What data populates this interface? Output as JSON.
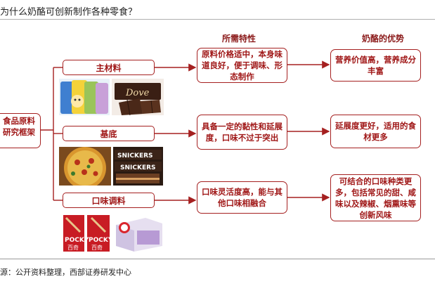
{
  "title": "为什么奶酪可创新制作各种零食？",
  "headers": {
    "properties": "所需特性",
    "advantages": "奶酪的优势"
  },
  "root": {
    "line1": "食品原料",
    "line2": "研究框架"
  },
  "rows": [
    {
      "label": "主材料",
      "property": "原料价格适中，本身味道良好，便于调味、形态制作",
      "advantage": "营养价值高，营养成分丰富",
      "images": [
        "kids-cheese-snack-packs",
        "dove-chocolate-bar"
      ]
    },
    {
      "label": "基底",
      "property": "具备一定的黏性和延展度，口味不过于突出",
      "advantage": "延展度更好，适用的食材更多",
      "images": [
        "pizza",
        "snickers-bars"
      ]
    },
    {
      "label": "口味调料",
      "property": "口味灵活度高，能与其他口味相融合",
      "advantage": "可结合的口味种类更多，包括常见的甜、咸味以及辣椒、烟熏味等创新风味",
      "images": [
        "pocky-boxes",
        "laughing-cow-cheese-box"
      ]
    }
  ],
  "images_text": {
    "pocky": "POCKY",
    "pocky_cn": "百奇",
    "dove": "Dove",
    "snickers": "SNICKERS"
  },
  "source": "源：公开资料整理，西部证券研发中心",
  "colors": {
    "accent": "#a52020",
    "text": "#a01818"
  }
}
